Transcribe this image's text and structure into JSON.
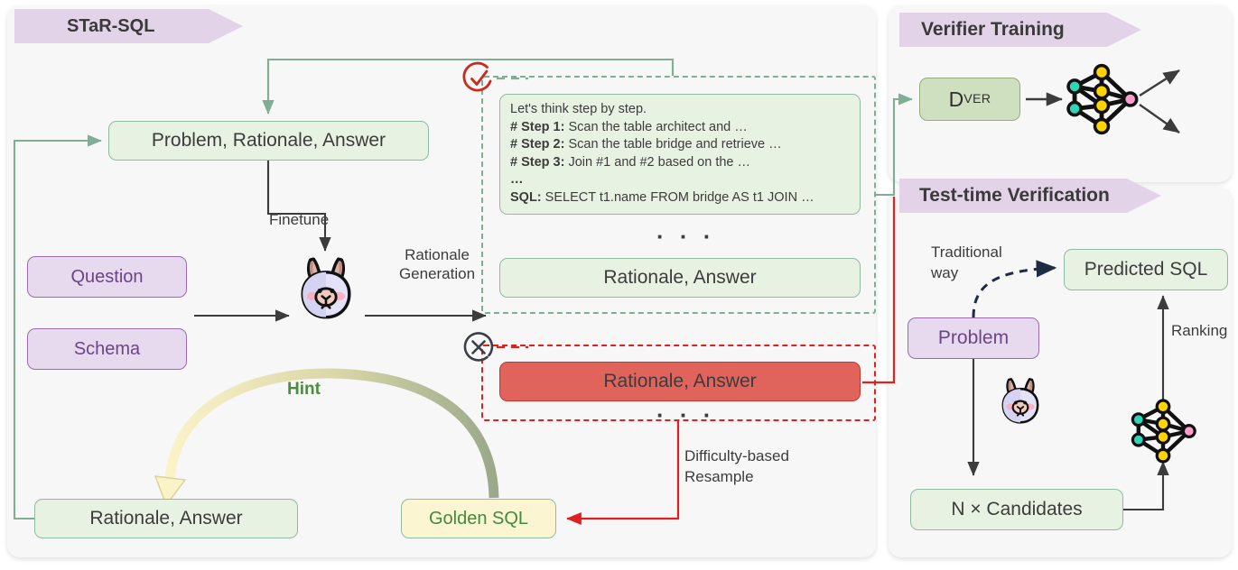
{
  "panels": {
    "star": {
      "title": "STaR-SQL"
    },
    "verifier": {
      "title": "Verifier Training"
    },
    "test": {
      "title": "Test-time Verification"
    }
  },
  "star_panel": {
    "problem_rationale_answer": "Problem, Rationale, Answer",
    "question": "Question",
    "schema": "Schema",
    "rationale_answer_bottom": "Rationale, Answer",
    "golden_sql": "Golden SQL",
    "rationale_answer_good": "Rationale, Answer",
    "rationale_answer_bad": "Rationale, Answer",
    "ellipsis": "· · ·",
    "cot": {
      "line0": "Let's think step by step.",
      "step1_label": "# Step 1:",
      "step1_text": " Scan the table architect and …",
      "step2_label": "# Step 2:",
      "step2_text": " Scan the table bridge and retrieve …",
      "step3_label": "# Step 3:",
      "step3_text": " Join #1 and #2 based on the …",
      "more": "…",
      "sql_label": "SQL:",
      "sql_text": " SELECT t1.name FROM bridge AS t1 JOIN …"
    },
    "labels": {
      "finetune": "Finetune",
      "rationale_generation_l1": "Rationale",
      "rationale_generation_l2": "Generation",
      "hint": "Hint",
      "difficulty_l1": "Difficulty-based",
      "difficulty_l2": "Resample"
    }
  },
  "verifier_panel": {
    "dver_main": "D",
    "dver_sub": "VER"
  },
  "test_panel": {
    "predicted_sql": "Predicted SQL",
    "problem": "Problem",
    "candidates": "N × Candidates",
    "labels": {
      "traditional_l1": "Traditional",
      "traditional_l2": "way",
      "ranking": "Ranking"
    }
  },
  "colors": {
    "banner": "#e3d3e8",
    "green_fill": "#e8f2e2",
    "green_stroke": "#8fbba1",
    "purple_fill": "#e7d9ee",
    "purple_stroke": "#9a6bb0",
    "yellow_fill": "#fcf5d2",
    "red_fill": "#e0645c",
    "red_stroke": "#e02020",
    "check_icon": "#cc2a20",
    "cross_icon": "#3a3f4a",
    "node_teal": "#2fd6b6",
    "node_yellow": "#ffd400",
    "node_pink": "#ff9ecb",
    "hint_text": "#4a8f3c",
    "golden_text": "#3f8a3f",
    "panel_bg": "#f7f7f7"
  },
  "icons": {
    "check_circle": "check-circle-icon",
    "cross_circle": "cross-circle-icon",
    "llama": "llama-icon",
    "graph": "neural-graph-icon"
  }
}
